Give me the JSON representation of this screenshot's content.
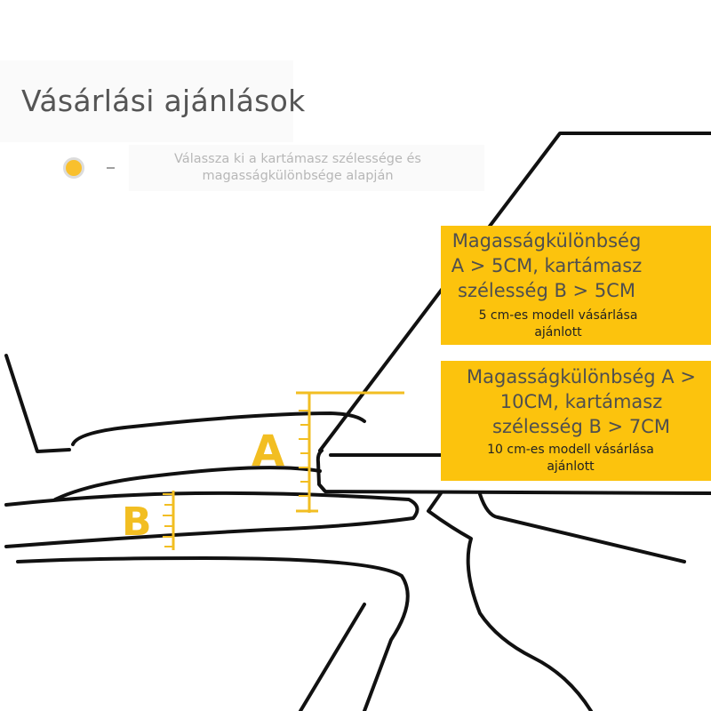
{
  "header": {
    "title": "Vásárlási ajánlások",
    "subtitle": "Válassza ki a kartámasz szélessége és magasságkülönbsége alapján"
  },
  "labels": {
    "a": "A",
    "b": "B"
  },
  "recommendations": [
    {
      "condition": "Magasságkülönbség A > 5CM, kartámasz szélesség B > 5CM",
      "result": "5 cm-es modell vásárlása ajánlott"
    },
    {
      "condition": "Magasságkülönbség A > 10CM, kartámasz szélesség B > 7CM",
      "result": "10 cm-es modell vásárlása ajánlott"
    }
  ],
  "colors": {
    "accent": "#FCC30D",
    "outline": "#111111",
    "title": "#555555",
    "subtitle": "#B7B7B7"
  },
  "icons": {
    "bullet": "dot-bullet-icon"
  }
}
